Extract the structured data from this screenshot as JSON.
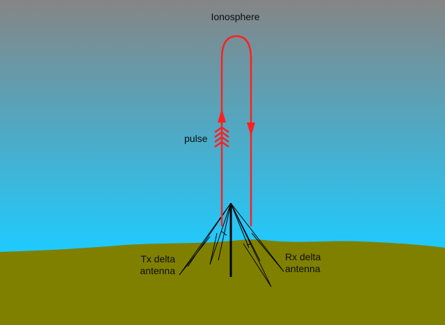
{
  "labels": {
    "ionosphere": "Ionosphere",
    "pulse": "pulse",
    "tx_line1": "Tx delta",
    "tx_line2": "antenna",
    "rx_line1": "Rx delta",
    "rx_line2": "antenna"
  },
  "colors": {
    "sky_top": "#858585",
    "sky_bottom": "#1ecbff",
    "ground": "#808000",
    "signal_path": "#ff1f1f",
    "antenna": "#000000"
  }
}
